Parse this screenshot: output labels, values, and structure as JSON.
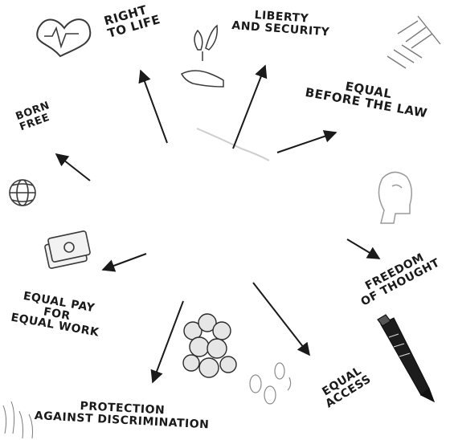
{
  "labels": {
    "right_to_life": [
      "RIGHT",
      "TO LIFE"
    ],
    "liberty": [
      "LIBERTY",
      "AND SECURITY"
    ],
    "equal_before_law": [
      "EQUAL",
      "BEFORE THE LAW"
    ],
    "born_free": [
      "BORN",
      "FREE"
    ],
    "freedom_thought": [
      "FREEDOM",
      "OF THOUGHT"
    ],
    "equal_pay": [
      "EQUAL PAY",
      "FOR",
      "EQUAL WORK"
    ],
    "equal_access": [
      "EQUAL",
      "ACCESS"
    ],
    "protection": [
      "PROTECTION",
      "AGAINST DISCRIMINATION"
    ]
  },
  "icons": [
    "heart-icon",
    "plant-hand-icon",
    "hands-icon",
    "globe-icon",
    "banknotes-icon",
    "head-icon",
    "pen-icon",
    "crowd-icon",
    "footprints-icon"
  ],
  "colors": {
    "ink": "#1a1a1a",
    "sketch": "#3a3a3a"
  }
}
